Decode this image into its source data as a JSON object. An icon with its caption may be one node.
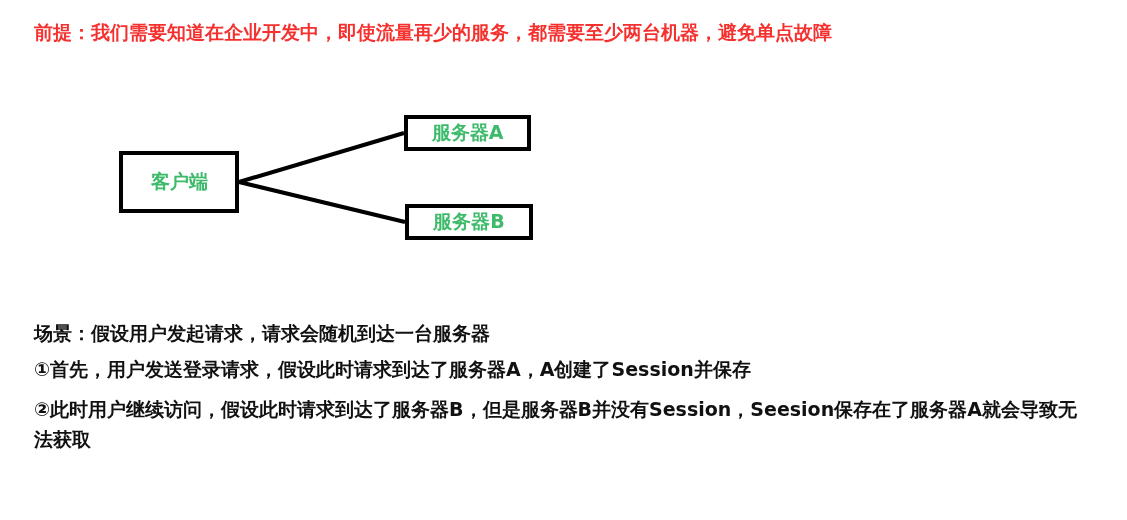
{
  "diagram": {
    "title": "前提：我们需要知道在企业开发中，即使流量再少的服务，都需要至少两台机器，避免单点故障",
    "nodes": [
      {
        "text": [
          "客户端"
        ]
      },
      {
        "text": [
          "服务器A"
        ]
      },
      {
        "text": [
          "服务器B"
        ]
      }
    ],
    "edges": [
      {
        "from": 0,
        "to": 1,
        "arrow": "none"
      },
      {
        "from": 0,
        "to": 2,
        "arrow": "none"
      }
    ],
    "labels": [
      "场景：假设用户发起请求，请求会随机到达一台服务器",
      "①首先，用户发送登录请求，假设此时请求到达了服务器A，A创建了Session并保存",
      "②此时用户继续访问，假设此时请求到达了服务器B，但是服务器B并没有Session，Seesion保存在了服务器A就会导致无法获取"
    ]
  }
}
